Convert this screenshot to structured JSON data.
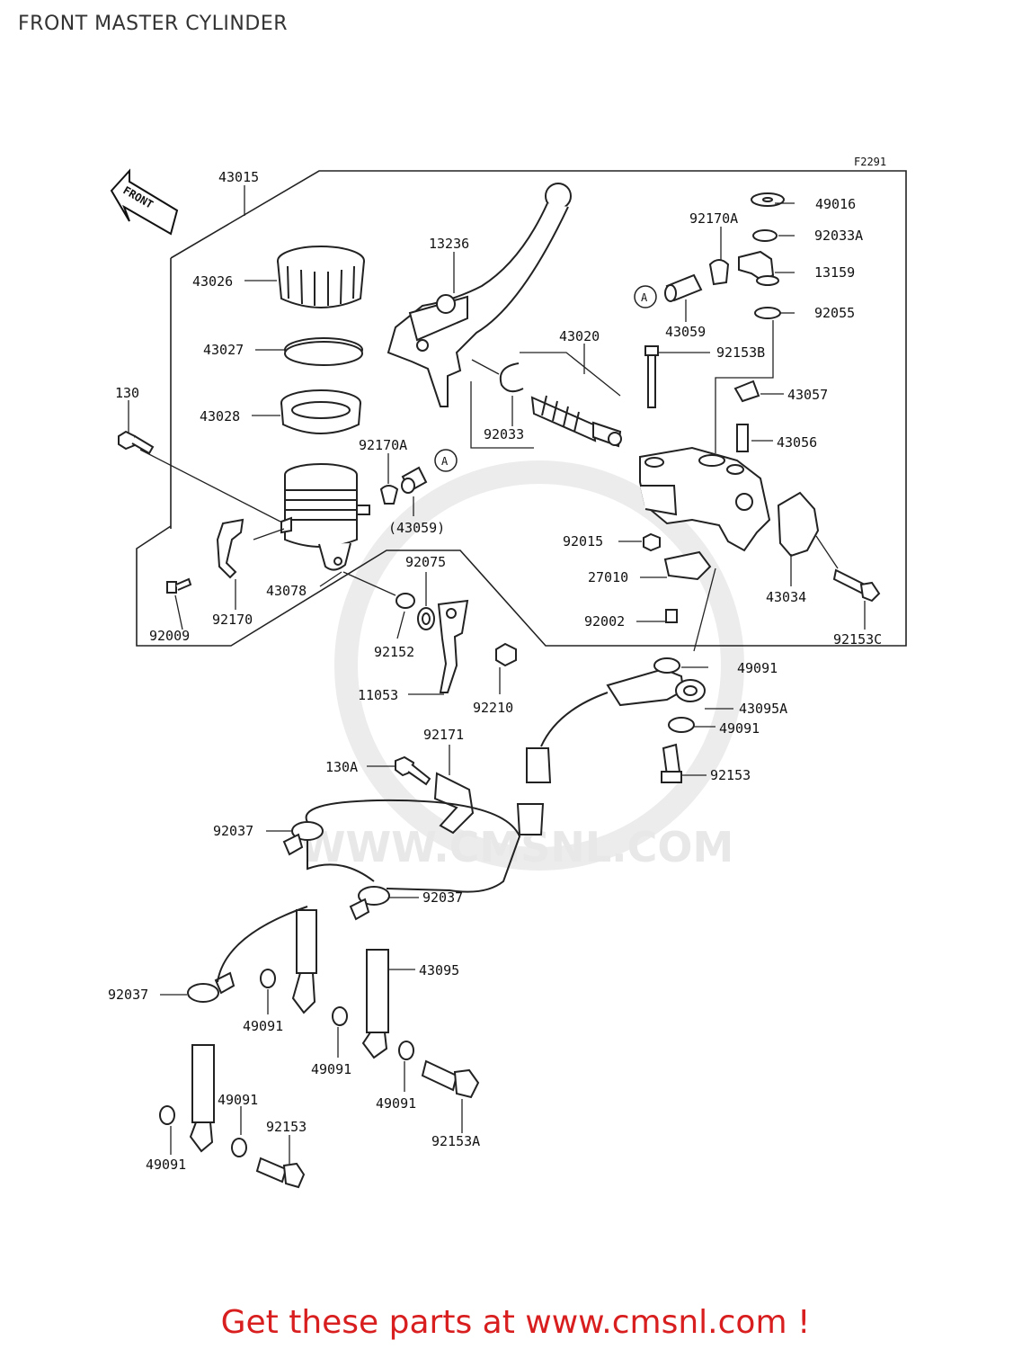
{
  "title": "FRONT MASTER CYLINDER",
  "figure_code": "F2291",
  "direction_label": "FRONT",
  "watermark": "WWW.CMSNL.COM",
  "footer_text": "Get these parts at www.cmsnl.com !",
  "colors": {
    "footer": "#d81e1e",
    "line": "#222222",
    "watermark": "#e6e6e6"
  },
  "part_labels": {
    "p43015": "43015",
    "p13236": "13236",
    "p43026": "43026",
    "p43027": "43027",
    "p43028": "43028",
    "p130": "130",
    "p92170A_left": "92170A",
    "p43059_paren": "(43059)",
    "p43078": "43078",
    "p92009": "92009",
    "p92170": "92170",
    "p92075": "92075",
    "p92152": "92152",
    "p11053": "11053",
    "p92210": "92210",
    "p43020": "43020",
    "p92033": "92033",
    "p92170A_right": "92170A",
    "p43059": "43059",
    "p49016": "49016",
    "p92033A": "92033A",
    "p13159": "13159",
    "p92055": "92055",
    "p92153B": "92153B",
    "p43057": "43057",
    "p43056": "43056",
    "p92015": "92015",
    "p27010": "27010",
    "p92002": "92002",
    "p43034": "43034",
    "p92153C": "92153C",
    "p49091_a": "49091",
    "p43095A": "43095A",
    "p49091_b": "49091",
    "p92153_a": "92153",
    "p92171": "92171",
    "p130A": "130A",
    "p92037_a": "92037",
    "p92037_b": "92037",
    "p43095": "43095",
    "p92037_c": "92037",
    "p49091_c": "49091",
    "p49091_d": "49091",
    "p49091_e": "49091",
    "p49091_f": "49091",
    "p49091_g": "49091",
    "p92153_b": "92153",
    "p92153A": "92153A",
    "ref_a_left": "A",
    "ref_a_right": "A"
  }
}
